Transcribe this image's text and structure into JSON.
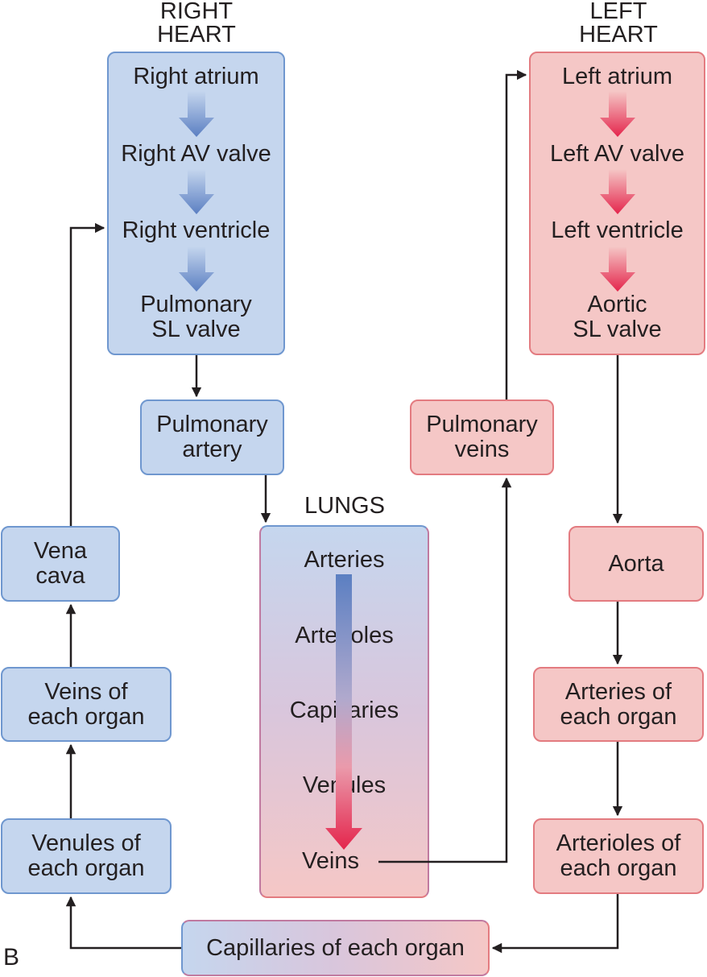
{
  "headers": {
    "right_heart": [
      "RIGHT",
      "HEART"
    ],
    "left_heart": [
      "LEFT",
      "HEART"
    ],
    "lungs": "LUNGS"
  },
  "right_heart_box": {
    "right_atrium": "Right atrium",
    "right_av_valve": "Right AV valve",
    "right_ventricle": "Right ventricle",
    "pulmonary_sl_valve": [
      "Pulmonary",
      "SL valve"
    ]
  },
  "left_heart_box": {
    "left_atrium": "Left atrium",
    "left_av_valve": "Left AV valve",
    "left_ventricle": "Left ventricle",
    "aortic_sl_valve": [
      "Aortic",
      "SL valve"
    ]
  },
  "pulmonary_artery": [
    "Pulmonary",
    "artery"
  ],
  "pulmonary_veins": [
    "Pulmonary",
    "veins"
  ],
  "lungs_box": {
    "arteries": "Arteries",
    "arterioles": "Arterioles",
    "capillaries": "Capillaries",
    "venules": "Venules",
    "veins": "Veins"
  },
  "vena_cava": [
    "Vena",
    "cava"
  ],
  "veins_of_each_organ": [
    "Veins of",
    "each organ"
  ],
  "venules_of_each_organ": [
    "Venules of",
    "each organ"
  ],
  "aorta": "Aorta",
  "arteries_of_each_organ": [
    "Arteries of",
    "each organ"
  ],
  "arterioles_of_each_organ": [
    "Arterioles of",
    "each organ"
  ],
  "capillaries_of_each_organ": "Capillaries of each organ",
  "panel_label": "B",
  "colors": {
    "blue_fill": "#c5d6ee",
    "blue_border": "#6f97cf",
    "red_fill": "#f5c7c6",
    "red_border": "#e37b80",
    "blue_arrow": "#5b7fc2",
    "red_arrow": "#e4254c",
    "line": "#231f20"
  }
}
